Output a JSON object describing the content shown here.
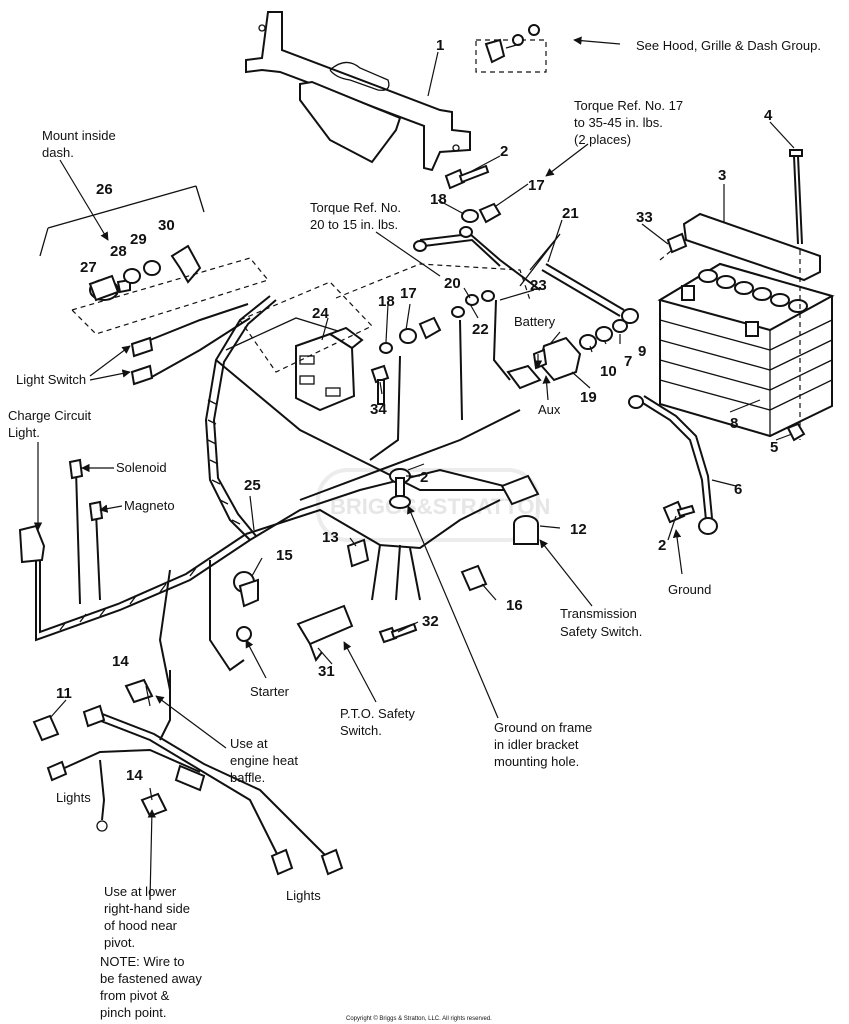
{
  "part_numbers": {
    "p1": "1",
    "p2a": "2",
    "p2b": "2",
    "p2c": "2",
    "p3": "3",
    "p4": "4",
    "p5": "5",
    "p6": "6",
    "p7": "7",
    "p8": "8",
    "p9": "9",
    "p10": "10",
    "p11": "11",
    "p12": "12",
    "p13": "13",
    "p14a": "14",
    "p14b": "14",
    "p15": "15",
    "p16": "16",
    "p17a": "17",
    "p17b": "17",
    "p18a": "18",
    "p18b": "18",
    "p19": "19",
    "p20": "20",
    "p21": "21",
    "p22": "22",
    "p23": "23",
    "p24": "24",
    "p25": "25",
    "p26": "26",
    "p27": "27",
    "p28": "28",
    "p29": "29",
    "p30": "30",
    "p31": "31",
    "p32": "32",
    "p33": "33",
    "p34": "34"
  },
  "notes": {
    "see_hood": "See Hood, Grille & Dash Group.",
    "torque17": [
      "Torque Ref. No. 17",
      "to 35-45 in. lbs.",
      "(2 places)"
    ],
    "torque20": [
      "Torque Ref. No.",
      "20 to 15 in. lbs."
    ],
    "mount_dash": [
      "Mount inside",
      "dash."
    ],
    "light_switch": "Light Switch",
    "charge_circuit": [
      "Charge Circuit",
      "Light."
    ],
    "solenoid": "Solenoid",
    "magneto": "Magneto",
    "battery": "Battery",
    "aux": "Aux",
    "ground": "Ground",
    "transmission": [
      "Transmission",
      "Safety Switch."
    ],
    "starter": "Starter",
    "pto": [
      "P.T.O. Safety",
      "Switch."
    ],
    "ground_frame": [
      "Ground on frame",
      "in idler bracket",
      "mounting hole."
    ],
    "engine_heat": [
      "Use at",
      "engine heat",
      "baffle."
    ],
    "lights_left": "Lights",
    "lights_bottom": "Lights",
    "lower_hood": [
      "Use at lower",
      "right-hand side",
      "of hood near",
      "pivot."
    ],
    "note_wire": [
      "NOTE: Wire to",
      "be fastened away",
      "from pivot &",
      "pinch point."
    ]
  },
  "watermark": "BRIGGS&STRATTON",
  "copyright": "Copyright © Briggs & Stratton, LLC. All rights reserved."
}
